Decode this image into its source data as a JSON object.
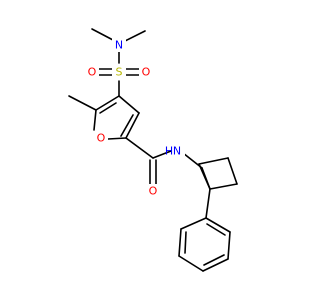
{
  "colors": {
    "bond": "#000000",
    "N": "#0000ff",
    "O": "#ff0000",
    "S": "#b8b800"
  },
  "atoms": [
    {
      "id": "Me1",
      "element": "C",
      "label": ""
    },
    {
      "id": "Me2",
      "element": "C",
      "label": ""
    },
    {
      "id": "N1",
      "element": "N",
      "label": "N"
    },
    {
      "id": "S1",
      "element": "S",
      "label": "S"
    },
    {
      "id": "O1",
      "element": "O",
      "label": "O"
    },
    {
      "id": "O2",
      "element": "O",
      "label": "O"
    },
    {
      "id": "Ofur",
      "element": "O",
      "label": "O"
    },
    {
      "id": "Oam",
      "element": "O",
      "label": "O"
    },
    {
      "id": "Nam",
      "element": "N",
      "label": "N"
    },
    {
      "id": "Hn",
      "element": "H",
      "label": "H"
    }
  ]
}
